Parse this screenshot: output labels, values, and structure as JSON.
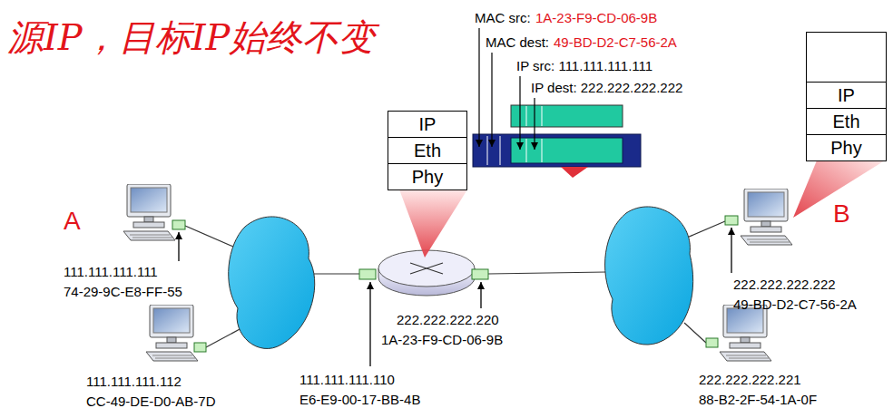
{
  "diagram": {
    "nodes": [
      {
        "text": [
          "IP"
        ]
      },
      {
        "text": [
          "Eth"
        ]
      },
      {
        "text": [
          "Phy"
        ]
      },
      {
        "text": [
          "IP"
        ]
      },
      {
        "text": [
          "Eth"
        ]
      },
      {
        "text": [
          "Phy"
        ]
      }
    ],
    "labels": [
      "源IP，目标IP始终不变",
      "A",
      "B",
      "MAC src:",
      "1A-23-F9-CD-06-9B",
      "MAC dest:",
      "49-BD-D2-C7-56-2A",
      "IP src: 111.111.111.111",
      "IP dest: 222.222.222.222",
      "111.111.111.111",
      "74-29-9C-E8-FF-55",
      "111.111.111.112",
      "CC-49-DE-D0-AB-7D",
      "111.111.111.110",
      "E6-E9-00-17-BB-4B",
      "222.222.222.220",
      "1A-23-F9-CD-06-9B",
      "222.222.222.222",
      "49-BD-D2-C7-56-2A",
      "222.222.222.221",
      "88-B2-2F-54-1A-0F"
    ]
  }
}
